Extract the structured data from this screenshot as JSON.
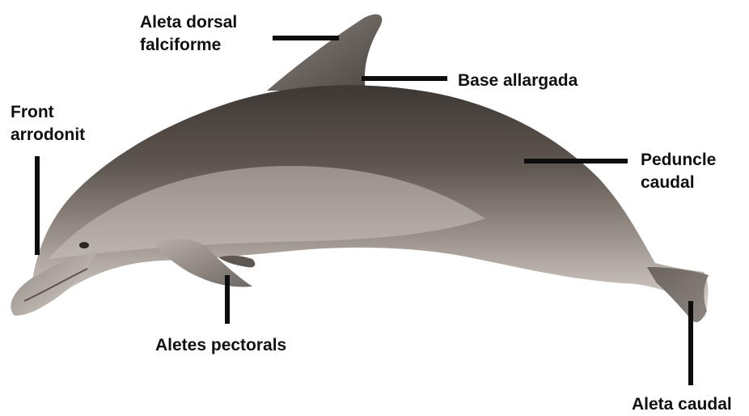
{
  "labels": {
    "dorsal_fin_line1": "Aleta dorsal",
    "dorsal_fin_line2": "falciforme",
    "broad_base": "Base allargada",
    "forehead_line1": "Front",
    "forehead_line2": "arrodonit",
    "peduncle_line1": "Peduncle",
    "peduncle_line2": "caudal",
    "pectoral_fins": "Aletes pectorals",
    "tail_fin": "Aleta caudal"
  },
  "colors": {
    "body_dark": "#4a4440",
    "body_mid": "#7a726c",
    "belly_light": "#dcd6cf",
    "leader_line": "#0d0d0d",
    "text": "#111111"
  }
}
